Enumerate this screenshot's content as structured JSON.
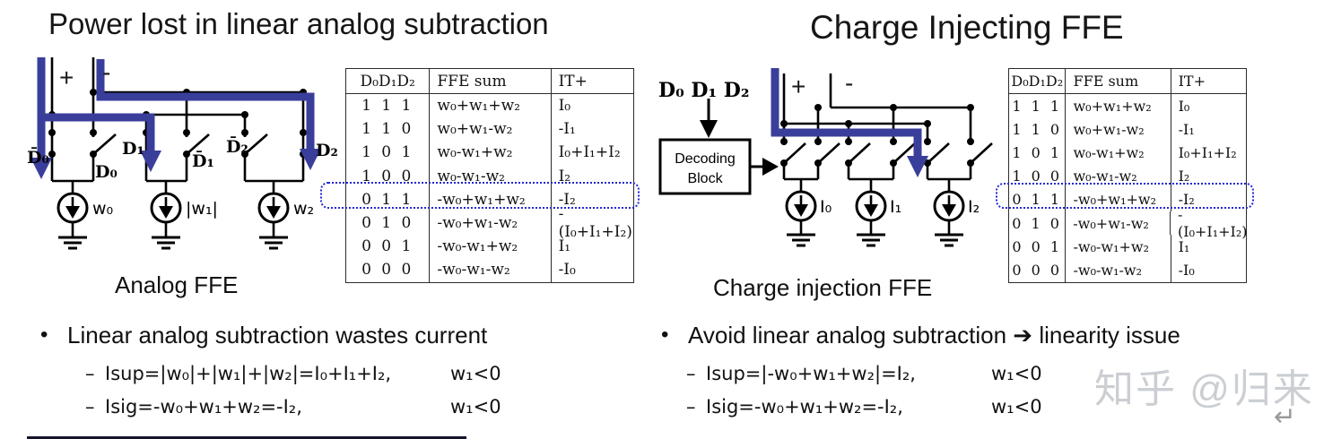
{
  "left": {
    "title": "Power lost in linear analog subtraction",
    "circuit": {
      "plus": "+",
      "minus": "-",
      "switch_labels": [
        "D̄₀",
        "D₀",
        "D₁",
        "D̄₁",
        "D̄₂",
        "D₂"
      ],
      "source_labels": [
        "w₀",
        "|w₁|",
        "w₂"
      ],
      "caption": "Analog FFE"
    },
    "bullet": {
      "marker": "•",
      "heading": "Linear analog subtraction wastes current",
      "items": [
        {
          "dash": "–",
          "eq": "Isup=|w₀|+|w₁|+|w₂|=I₀+I₁+I₂,",
          "cond": "w₁<0"
        },
        {
          "dash": "–",
          "eq": "Isig=-w₀+w₁+w₂=-I₂,",
          "cond": "w₁<0"
        }
      ]
    }
  },
  "right": {
    "title": "Charge Injecting FFE",
    "circuit": {
      "input_bits": "D₀ D₁ D₂",
      "decoder_line1": "Decoding",
      "decoder_line2": "Block",
      "plus": "+",
      "minus": "-",
      "source_labels": [
        "I₀",
        "I₁",
        "I₂"
      ],
      "caption": "Charge injection FFE"
    },
    "bullet": {
      "marker": "•",
      "heading": "Avoid linear analog subtraction ➔ linearity issue",
      "items": [
        {
          "dash": "–",
          "eq": "Isup=|-w₀+w₁+w₂|=I₂,",
          "cond": "w₁<0"
        },
        {
          "dash": "–",
          "eq": "Isig=-w₀+w₁+w₂=-I₂,",
          "cond": "w₁<0"
        }
      ]
    }
  },
  "ffe_table": {
    "headers": [
      "D₀D₁D₂",
      "FFE sum",
      "IT+"
    ],
    "rows": [
      {
        "bits": "1 1 1",
        "sum": "w₀+w₁+w₂",
        "it": "I₀"
      },
      {
        "bits": "1 1 0",
        "sum": "w₀+w₁-w₂",
        "it": "-I₁"
      },
      {
        "bits": "1 0 1",
        "sum": "w₀-w₁+w₂",
        "it": "I₀+I₁+I₂"
      },
      {
        "bits": "1 0 0",
        "sum": "w₀-w₁-w₂",
        "it": "I₂"
      },
      {
        "bits": "0 1 1",
        "sum": "-w₀+w₁+w₂",
        "it": "-I₂"
      },
      {
        "bits": "0 1 0",
        "sum": "-w₀+w₁-w₂",
        "it": "-(I₀+I₁+I₂)"
      },
      {
        "bits": "0 0 1",
        "sum": "-w₀-w₁+w₂",
        "it": "I₁"
      },
      {
        "bits": "0 0 0",
        "sum": "-w₀-w₁-w₂",
        "it": "-I₀"
      }
    ],
    "highlighted_row": "0 1 1"
  },
  "watermark": {
    "text": "知乎 @归来",
    "return_symbol": "↵"
  },
  "colors": {
    "current_path_blue": "#3A3E9B",
    "highlight_dotted_blue": "#2127D2",
    "watermark_gray": "#CBCFD3"
  }
}
